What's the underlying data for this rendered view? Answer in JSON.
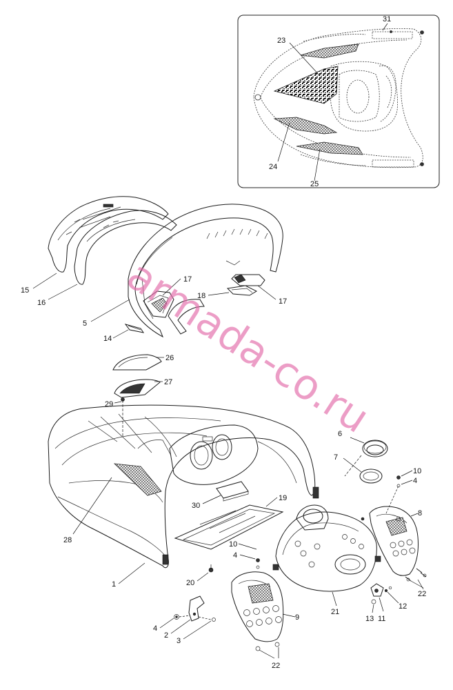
{
  "watermark": "armada-co.ru",
  "colors": {
    "line": "#1a1a1a",
    "watermark": "#e26aa8",
    "background": "#ffffff"
  },
  "callouts": [
    {
      "id": "c31",
      "label": "31"
    },
    {
      "id": "c23",
      "label": "23"
    },
    {
      "id": "c24",
      "label": "24"
    },
    {
      "id": "c25",
      "label": "25"
    },
    {
      "id": "c15",
      "label": "15"
    },
    {
      "id": "c16",
      "label": "16"
    },
    {
      "id": "c17a",
      "label": "17"
    },
    {
      "id": "c18",
      "label": "18"
    },
    {
      "id": "c17b",
      "label": "17"
    },
    {
      "id": "c5",
      "label": "5"
    },
    {
      "id": "c14",
      "label": "14"
    },
    {
      "id": "c26",
      "label": "26"
    },
    {
      "id": "c27",
      "label": "27"
    },
    {
      "id": "c29",
      "label": "29"
    },
    {
      "id": "c6",
      "label": "6"
    },
    {
      "id": "c7",
      "label": "7"
    },
    {
      "id": "c10a",
      "label": "10"
    },
    {
      "id": "c4a",
      "label": "4"
    },
    {
      "id": "c8",
      "label": "8"
    },
    {
      "id": "c19",
      "label": "19"
    },
    {
      "id": "c30",
      "label": "30"
    },
    {
      "id": "c28",
      "label": "28"
    },
    {
      "id": "c10b",
      "label": "10"
    },
    {
      "id": "c4b",
      "label": "4"
    },
    {
      "id": "c1",
      "label": "1"
    },
    {
      "id": "c20",
      "label": "20"
    },
    {
      "id": "c21",
      "label": "21"
    },
    {
      "id": "c22a",
      "label": "22"
    },
    {
      "id": "c12",
      "label": "12"
    },
    {
      "id": "c13",
      "label": "13"
    },
    {
      "id": "c11",
      "label": "11"
    },
    {
      "id": "c9",
      "label": "9"
    },
    {
      "id": "c4c",
      "label": "4"
    },
    {
      "id": "c2",
      "label": "2"
    },
    {
      "id": "c3",
      "label": "3"
    },
    {
      "id": "c22b",
      "label": "22"
    }
  ]
}
